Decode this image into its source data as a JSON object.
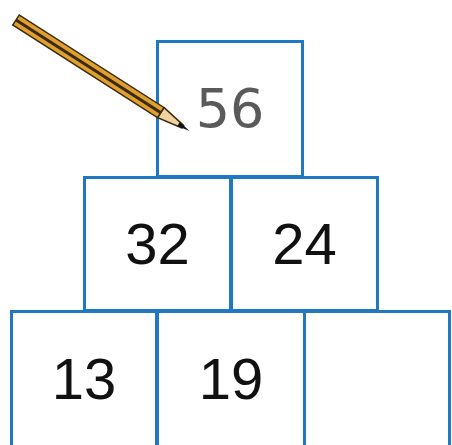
{
  "diagram": {
    "nodes": [
      {
        "text": [
          "56"
        ]
      },
      {
        "text": [
          "32"
        ]
      },
      {
        "text": [
          "24"
        ]
      },
      {
        "text": [
          "13"
        ]
      },
      {
        "text": [
          "19"
        ]
      }
    ]
  }
}
